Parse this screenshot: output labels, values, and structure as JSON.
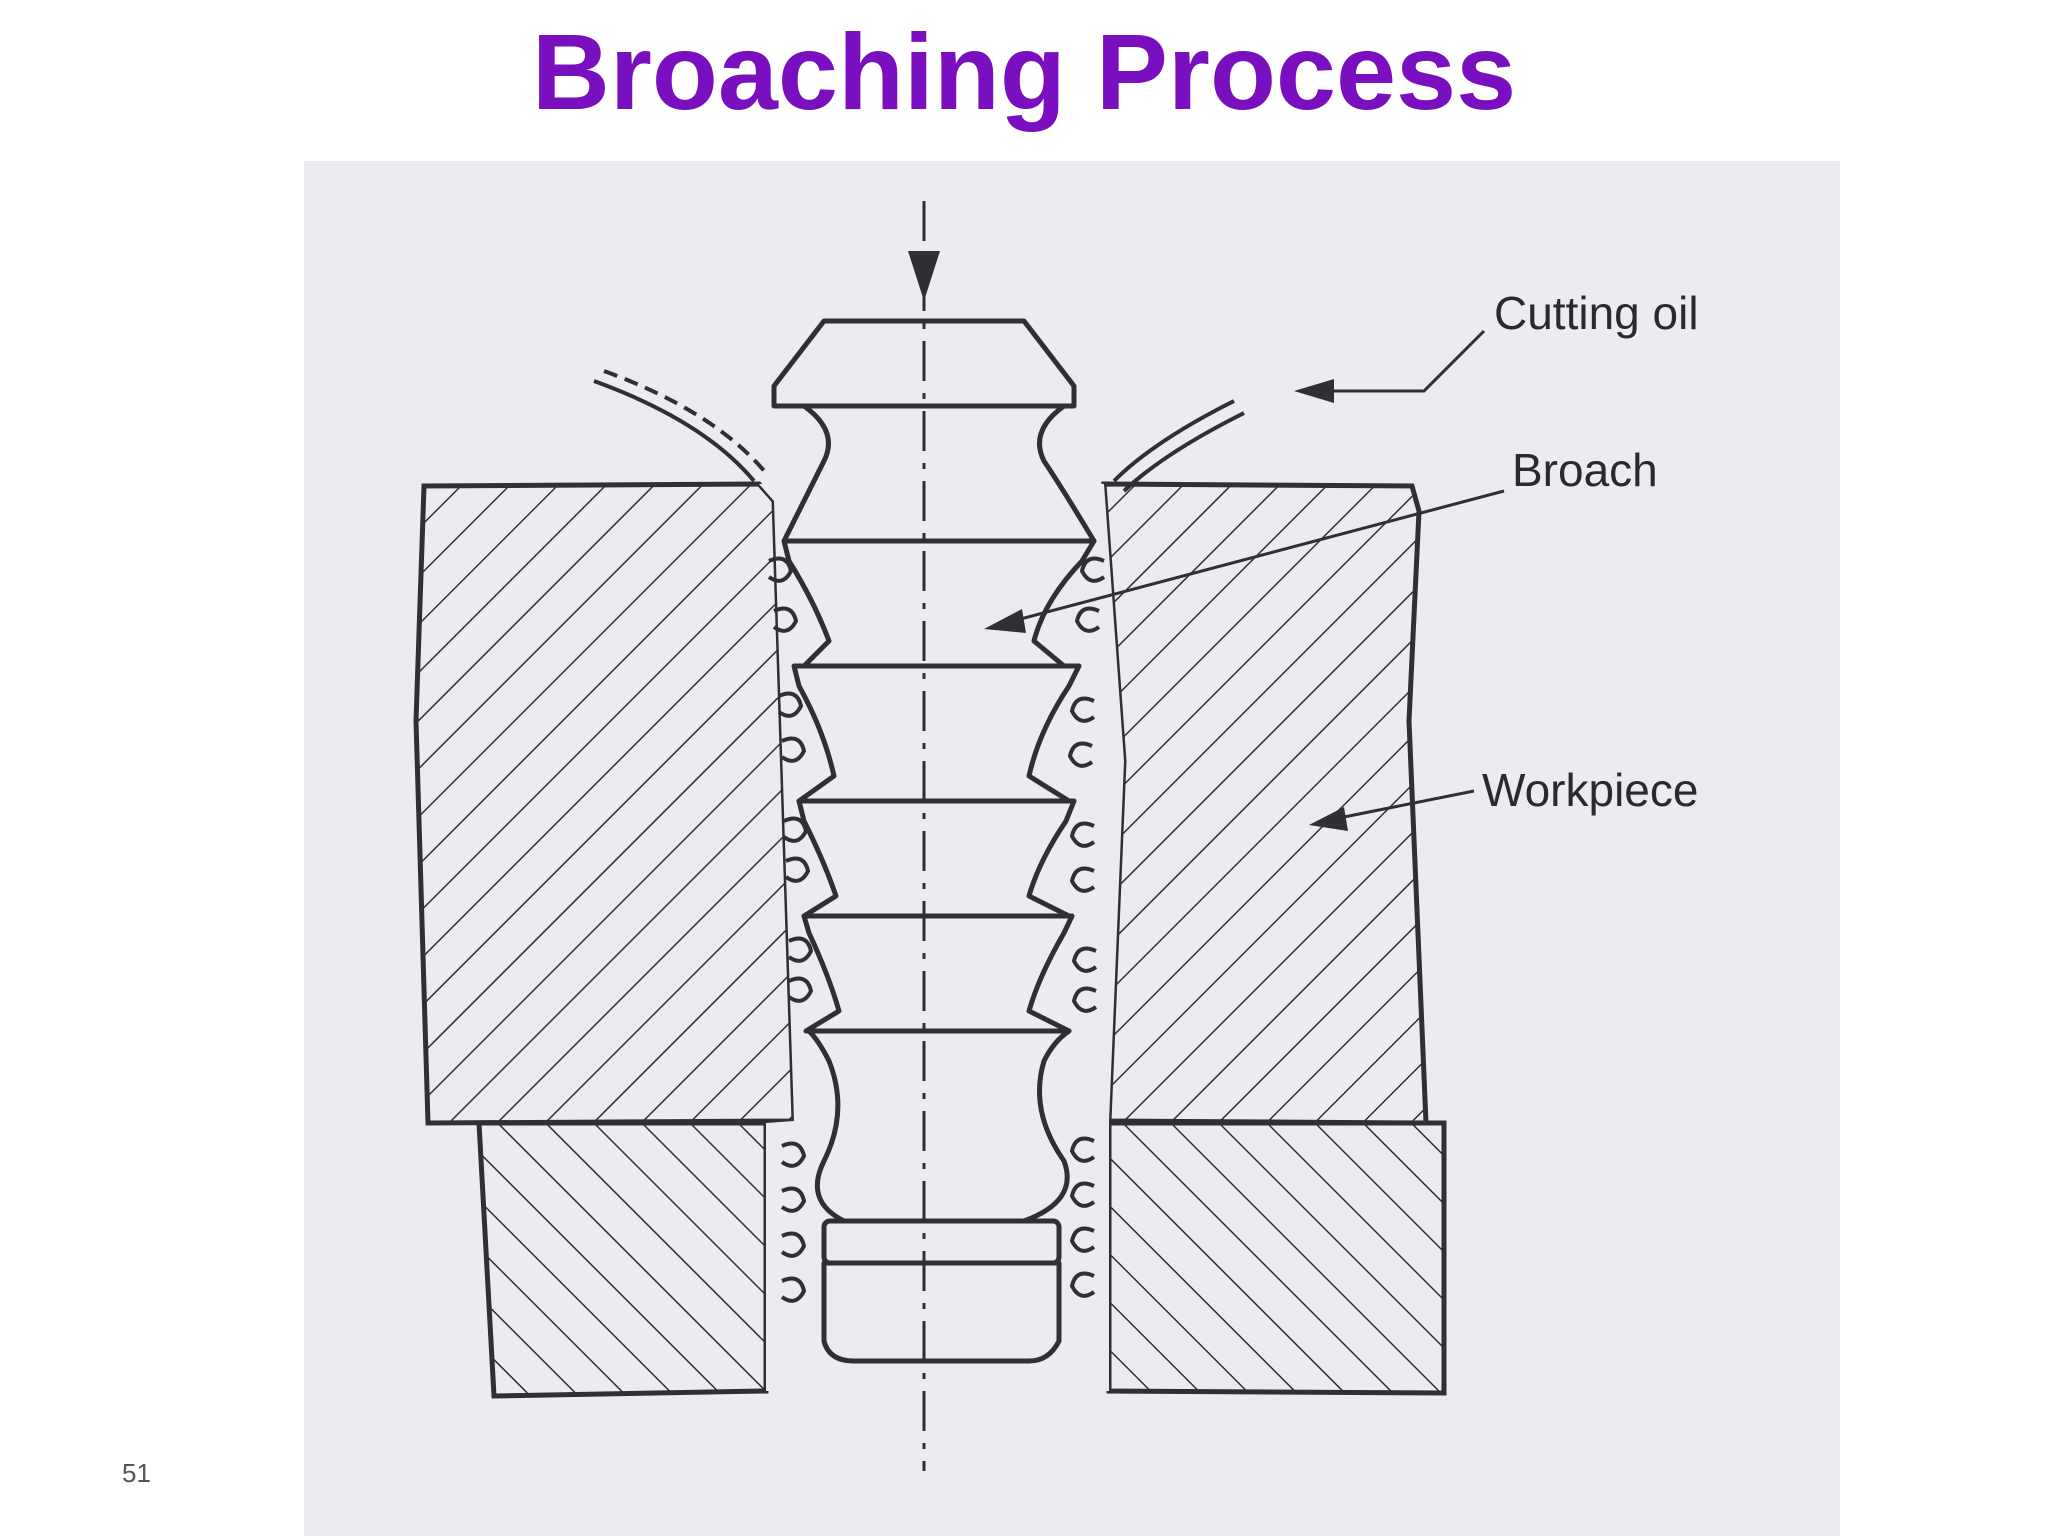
{
  "slide": {
    "title": "Broaching Process",
    "page_number": "51"
  },
  "diagram": {
    "labels": {
      "cutting_oil": "Cutting oil",
      "broach": "Broach",
      "workpiece": "Workpiece"
    },
    "colors": {
      "title": "#7a0fbf",
      "line": "#2f2f35",
      "paper": "#ecebf1"
    }
  }
}
